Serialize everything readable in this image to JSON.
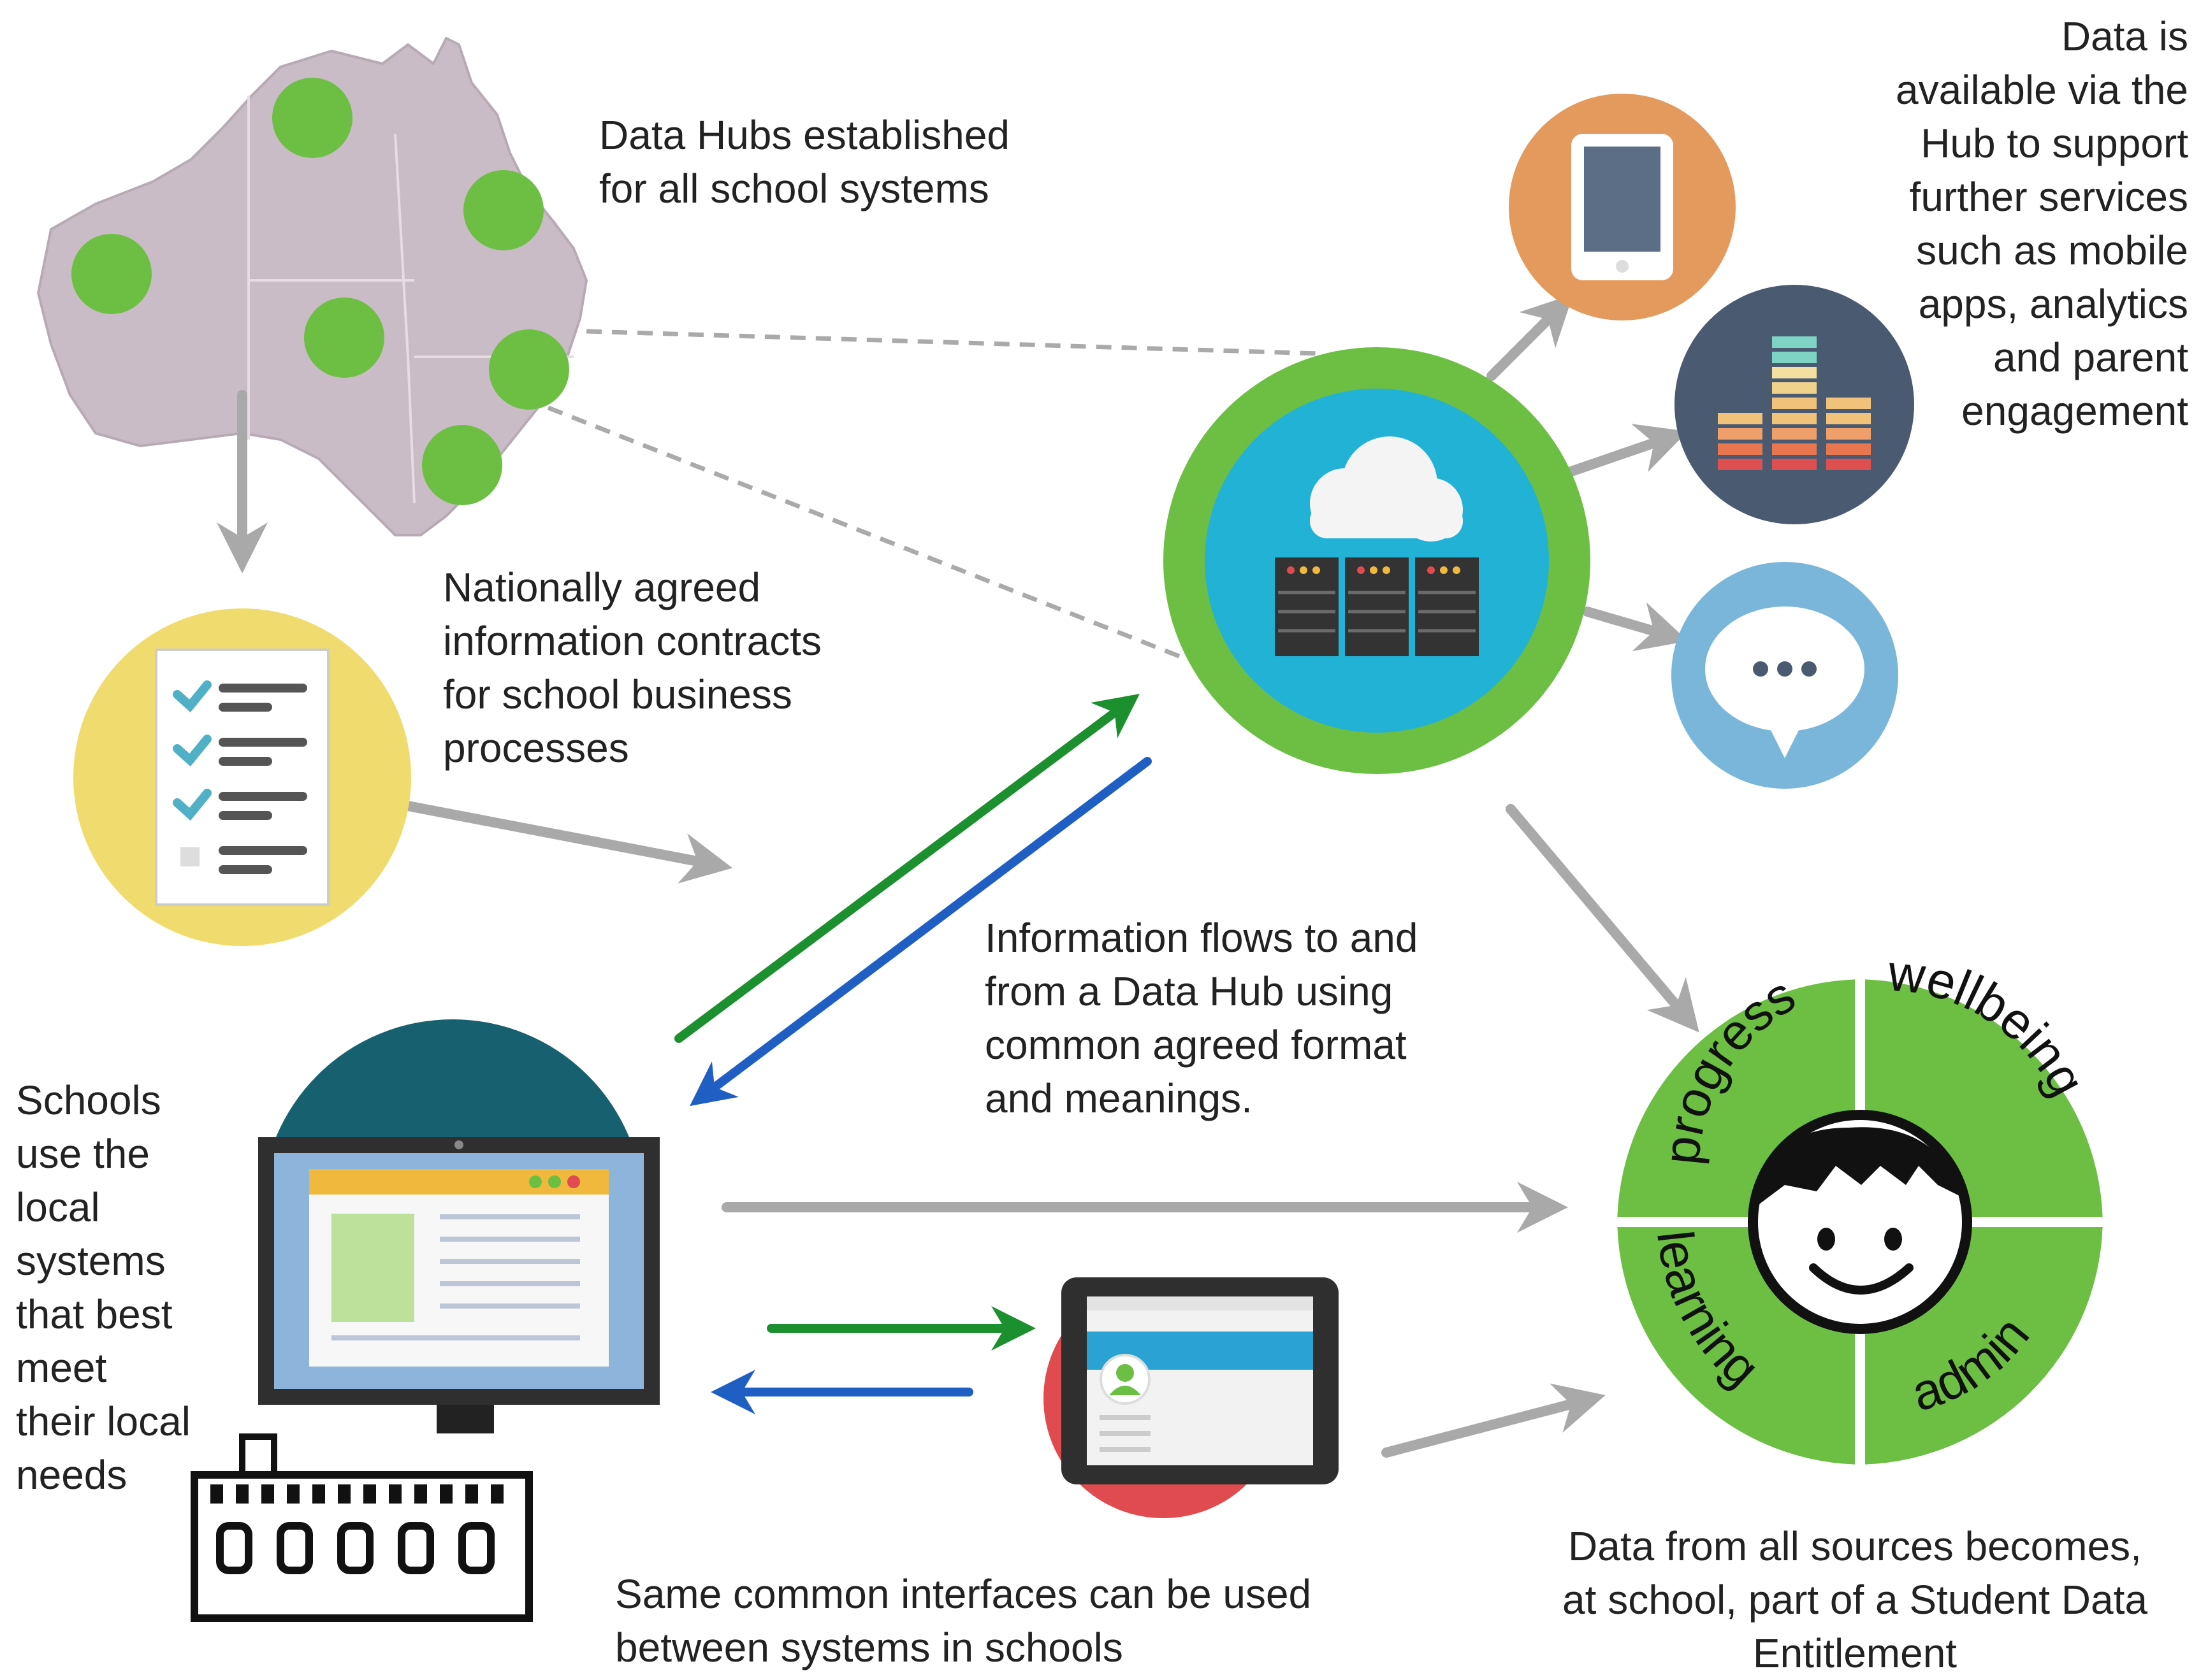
{
  "labels": {
    "hubs": [
      "Data Hubs established",
      "for all school systems"
    ],
    "contracts": [
      "Nationally agreed",
      "information contracts",
      "for school business",
      "processes"
    ],
    "flows": [
      "Information flows to and",
      "from a Data Hub using",
      "common agreed format",
      "and meanings."
    ],
    "schools": [
      "Schools",
      "use the",
      "local",
      "systems",
      "that best",
      "meet",
      "their local",
      "needs"
    ],
    "interfaces": [
      "Same common interfaces can be used",
      "between systems in schools"
    ],
    "available": [
      "Data is",
      "available via the",
      "Hub to support",
      "further services",
      "such as mobile",
      "apps, analytics",
      "and parent",
      "engagement"
    ],
    "entitlement": [
      "Data from all sources becomes,",
      "at school, part of a Student Data",
      "Entitlement"
    ]
  },
  "segments": {
    "progress": "progress",
    "wellbeing": "wellbeing",
    "learning": "learning",
    "admin": "admin"
  },
  "colors": {
    "map": "#c9bcc6",
    "hub_green": "#6dbf44",
    "hub_blue": "#22b2d6",
    "checklist_circle": "#f0dc6e",
    "tablet_circle": "#e49a5c",
    "analytics_circle": "#4a5a70",
    "chat_circle": "#7ab6da",
    "computer_circle": "#17606f",
    "mobile_circle": "#e04b4f",
    "student_green": "#6dbf44",
    "arrow_grey": "#a9a9a9",
    "arrow_green": "#1c8f2e",
    "arrow_blue": "#1f5fc4"
  },
  "icons": [
    "australia-map-icon",
    "checklist-icon",
    "cloud-server-icon",
    "tablet-icon",
    "analytics-chart-icon",
    "chat-bubble-icon",
    "desktop-computer-icon",
    "school-building-icon",
    "mobile-tablet-icon",
    "student-face-icon"
  ]
}
